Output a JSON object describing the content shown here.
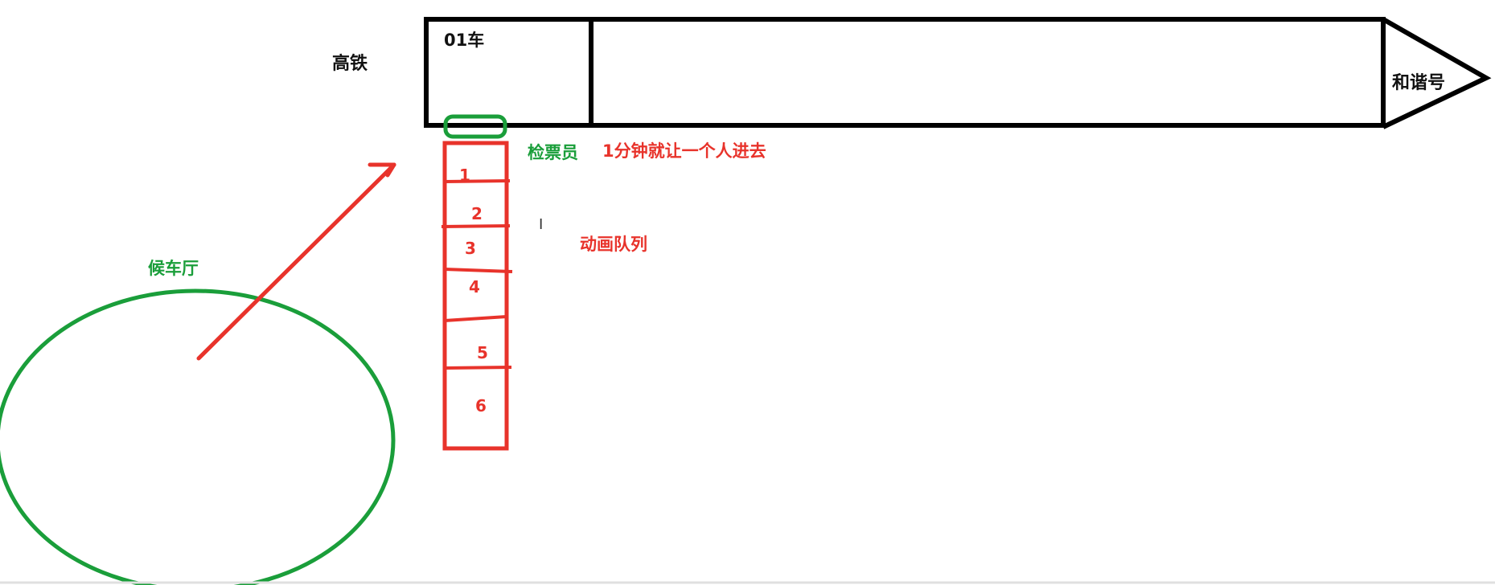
{
  "diagram": {
    "train_label": "高铁",
    "car_label": "01车",
    "train_name": "和谐号",
    "inspector_label": "检票员",
    "rule_text": "1分钟就让一个人进去",
    "queue_label": "动画队列",
    "waiting_hall_label": "候车厅",
    "queue_slots": [
      "1",
      "2",
      "3",
      "4",
      "5",
      "6"
    ]
  },
  "colors": {
    "train_outline": "#000000",
    "queue": "#e8332b",
    "inspector": "#1a9e3a",
    "waiting_hall": "#1a9e3a",
    "arrow": "#e8332b"
  },
  "icons": {
    "text_cursor": "i-beam-cursor-icon"
  }
}
